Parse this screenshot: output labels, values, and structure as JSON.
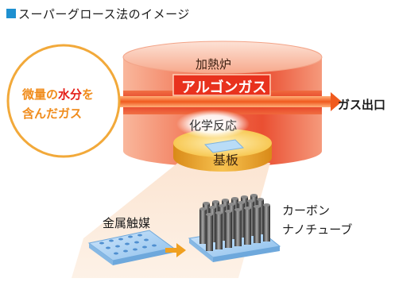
{
  "title": {
    "text": "スーパーグロース法のイメージ"
  },
  "furnace": {
    "label": "加熱炉"
  },
  "argon": {
    "label": "アルゴンガス"
  },
  "reaction": {
    "label": "化学反応"
  },
  "substrate": {
    "label": "基板"
  },
  "outlet": {
    "label": "ガス出口"
  },
  "water": {
    "prefix": "微量の",
    "highlight": "水分",
    "suffix": "を",
    "line2": "含んだガス"
  },
  "catalyst": {
    "label": "金属触媒"
  },
  "nanotube": {
    "line1": "カーボン",
    "line2": "ナノチューブ"
  },
  "colors": {
    "title_square": "#1e90d0",
    "furnace": "#ef5a3c",
    "gas_band": "#e8321e",
    "water_text": "#f08c1c",
    "water_highlight": "#e5201a",
    "substrate": "#f4b63a",
    "catalyst_plate": "#9cc8ef",
    "nanotube": "#555555"
  }
}
